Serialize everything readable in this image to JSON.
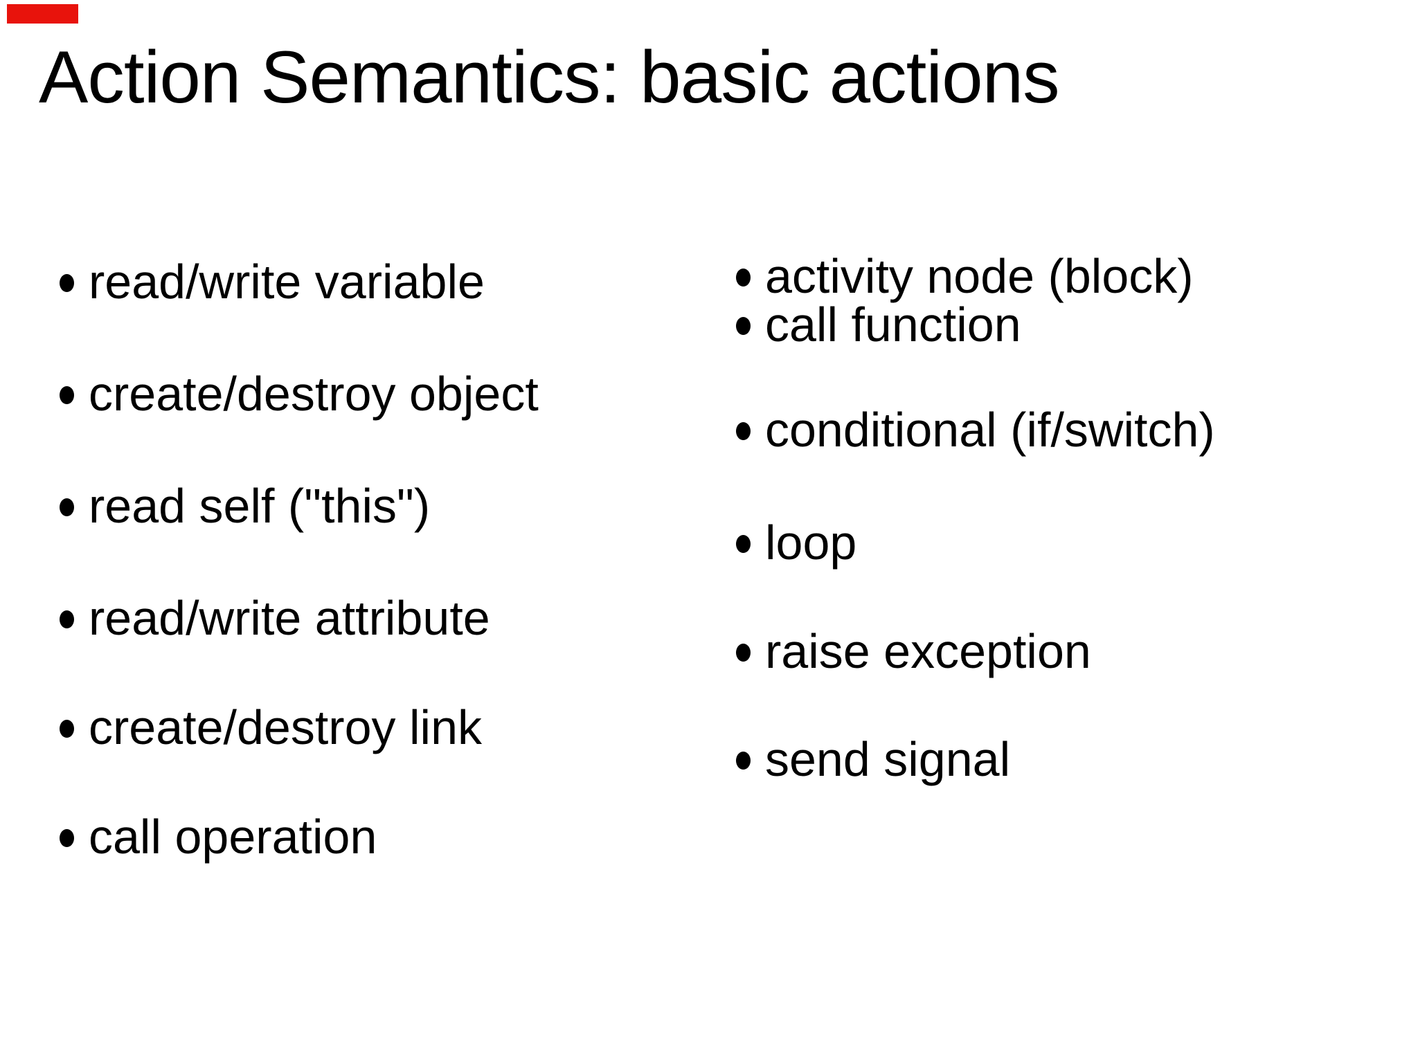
{
  "slide": {
    "title": "Action Semantics: basic actions",
    "left_column": {
      "items": [
        "read/write variable",
        "create/destroy object",
        "read self (\"this\")",
        "read/write attribute",
        "create/destroy link",
        "call operation"
      ]
    },
    "right_column": {
      "items": [
        "activity node (block)",
        "call function",
        "conditional (if/switch)",
        "loop",
        "raise exception",
        "send signal"
      ]
    },
    "colors": {
      "background": "#ffffff",
      "text": "#000000",
      "bullet": "#000000",
      "corner_marker_red": "#e8130c"
    }
  }
}
